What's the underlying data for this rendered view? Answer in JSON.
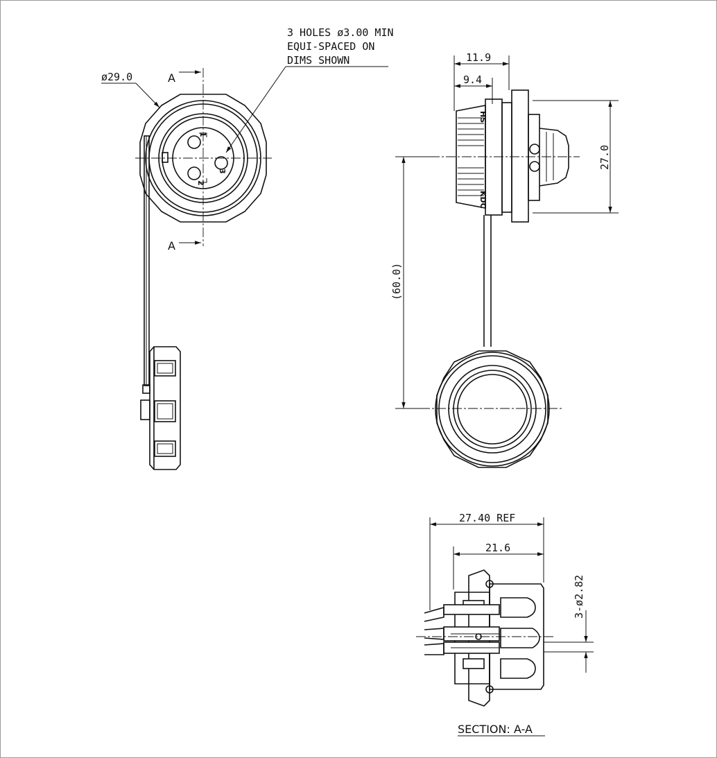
{
  "front_view": {
    "diameter_label": "ø29.0",
    "section_mark_top": "A",
    "section_mark_bottom": "A",
    "pin_labels": [
      "1",
      "2",
      "3"
    ]
  },
  "note": {
    "lines": [
      "3 HOLES ø3.00 MIN",
      "EQUI-SPACED ON",
      "DIMS SHOWN"
    ]
  },
  "side_view": {
    "dim_overall": "11.9",
    "dim_thread": "9.4",
    "dim_height": "27.0",
    "dim_lanyard": "(60.0)",
    "marking_top": "HS",
    "marking_bottom": "KDC"
  },
  "section_view": {
    "dim_overall": "27.40 REF",
    "dim_body": "21.6",
    "dim_holes": "3-ø2.82",
    "caption": "SECTION: A-A"
  }
}
